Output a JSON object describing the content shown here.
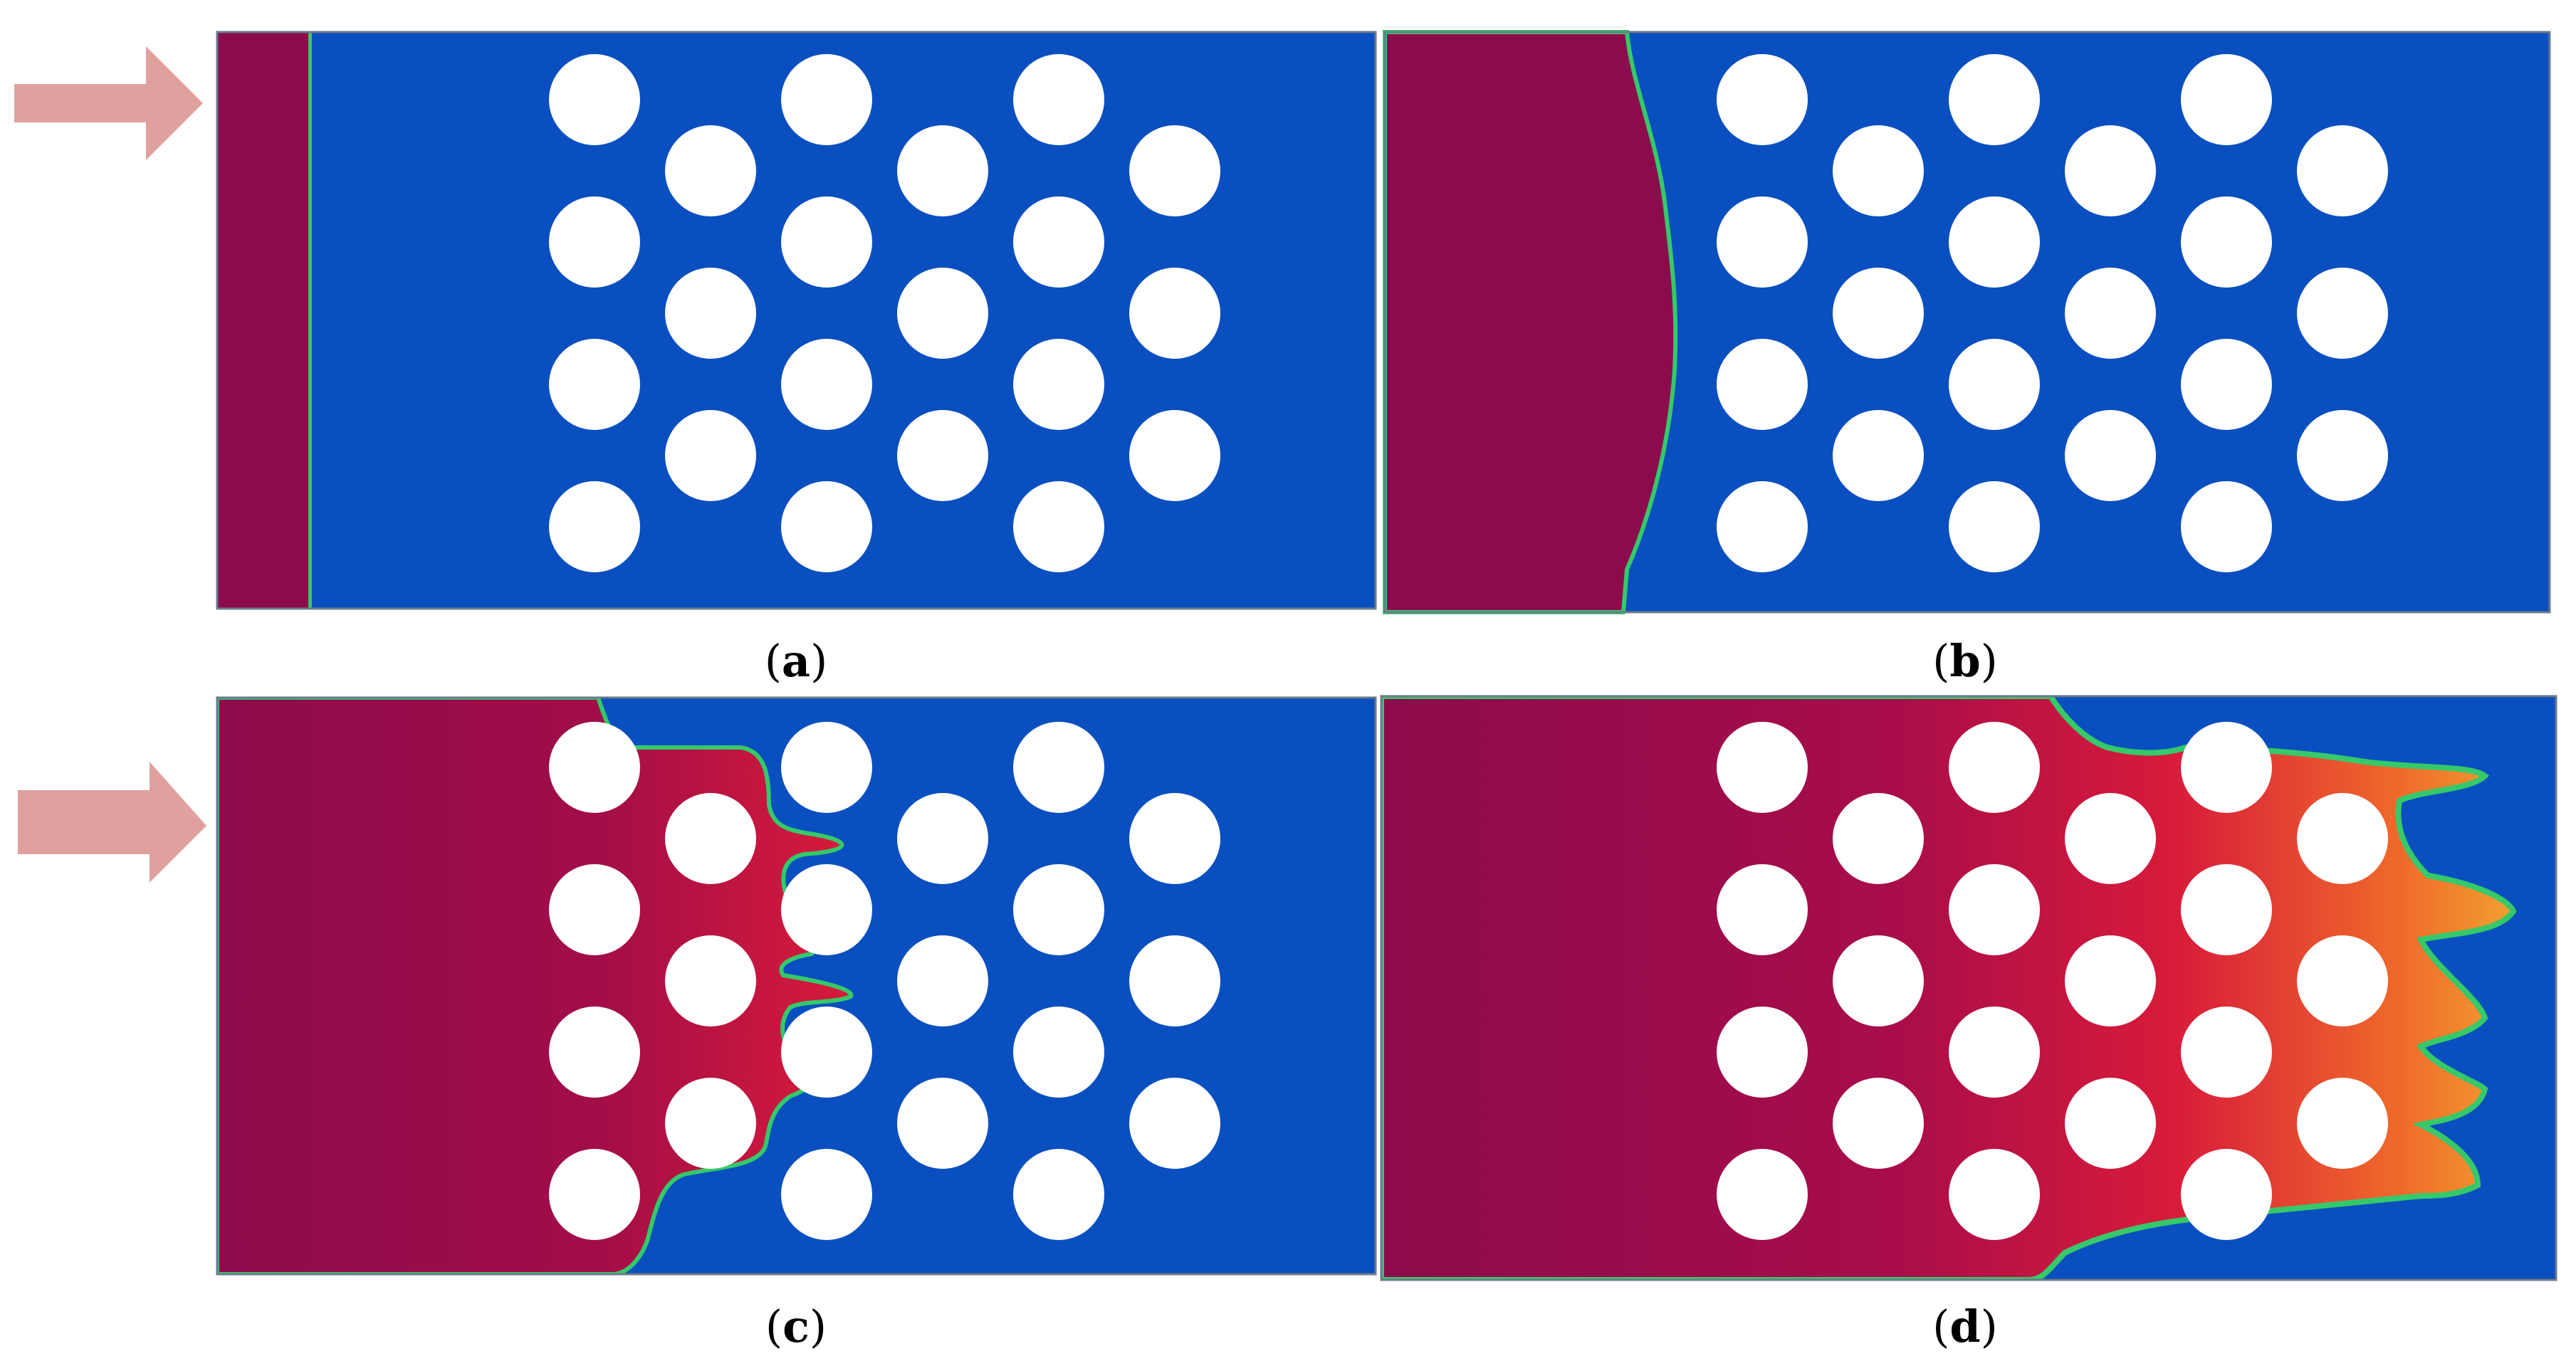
{
  "figure": {
    "panels": [
      {
        "id": "a",
        "caption_open": "(",
        "caption_letter": "a",
        "caption_close": ")"
      },
      {
        "id": "b",
        "caption_open": "(",
        "caption_letter": "b",
        "caption_close": ")"
      },
      {
        "id": "c",
        "caption_open": "(",
        "caption_letter": "c",
        "caption_close": ")"
      },
      {
        "id": "d",
        "caption_open": "(",
        "caption_letter": "d",
        "caption_close": ")"
      }
    ],
    "colors": {
      "background": "#ffffff",
      "displaced_phase": "#0a4fbf",
      "injected_phase": "#8c0b4c",
      "front_red": "#d81b3a",
      "front_orange": "#ef6a2a",
      "front_green": "#35c96a",
      "obstacle": "#ffffff",
      "flow_arrow": "#e0a19e",
      "panel_border": "#6b7a8a"
    },
    "arrows": [
      {
        "name": "flow-arrow-top",
        "icon": "right-arrow-icon"
      },
      {
        "name": "flow-arrow-bottom",
        "icon": "right-arrow-icon"
      }
    ]
  }
}
